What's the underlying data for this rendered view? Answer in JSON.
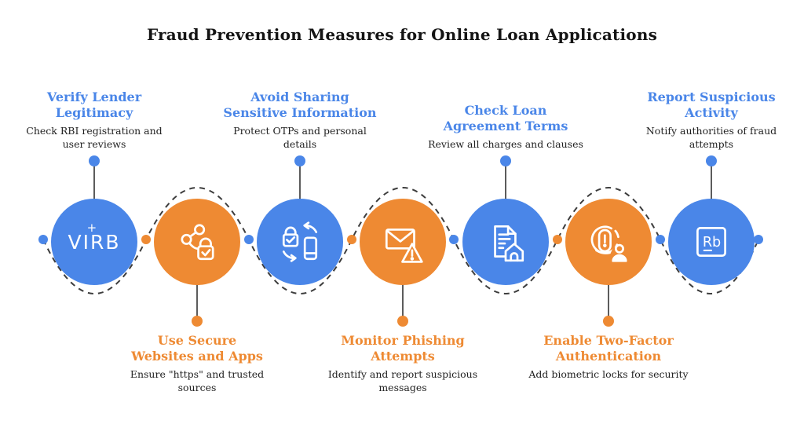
{
  "title": "Fraud Prevention Measures for Online Loan Applications",
  "colors": {
    "blue": "#4a86e8",
    "orange": "#ee8a33",
    "dashed_line": "#3d3d3d",
    "connector": "#5c5c5c",
    "body_text": "#1f1f1f",
    "background": "#ffffff"
  },
  "steps": [
    {
      "position": "top",
      "color": "blue",
      "title": "Verify Lender Legitimacy",
      "description": "Check RBI registration and user reviews",
      "icon": "virb-logo-icon",
      "logo_text": "VIRB",
      "logo_plus": "+"
    },
    {
      "position": "bottom",
      "color": "orange",
      "title": "Use Secure Websites and Apps",
      "description": "Ensure \"https\" and trusted sources",
      "icon": "share-lock-icon"
    },
    {
      "position": "top",
      "color": "blue",
      "title": "Avoid Sharing Sensitive Information",
      "description": "Protect OTPs and personal details",
      "icon": "lock-phone-sync-icon"
    },
    {
      "position": "bottom",
      "color": "orange",
      "title": "Monitor Phishing Attempts",
      "description": "Identify and report suspicious messages",
      "icon": "email-warning-icon"
    },
    {
      "position": "top",
      "color": "blue",
      "title": "Check Loan Agreement Terms",
      "description": "Review all charges and clauses",
      "icon": "loan-document-home-icon"
    },
    {
      "position": "bottom",
      "color": "orange",
      "title": "Enable Two-Factor Authentication",
      "description": "Add biometric locks for security",
      "icon": "fingerprint-user-icon"
    },
    {
      "position": "top",
      "color": "blue",
      "title": "Report Suspicious Activity",
      "description": "Notify authorities of fraud attempts",
      "icon": "rb-logo-icon",
      "logo_text": "Rb"
    }
  ]
}
